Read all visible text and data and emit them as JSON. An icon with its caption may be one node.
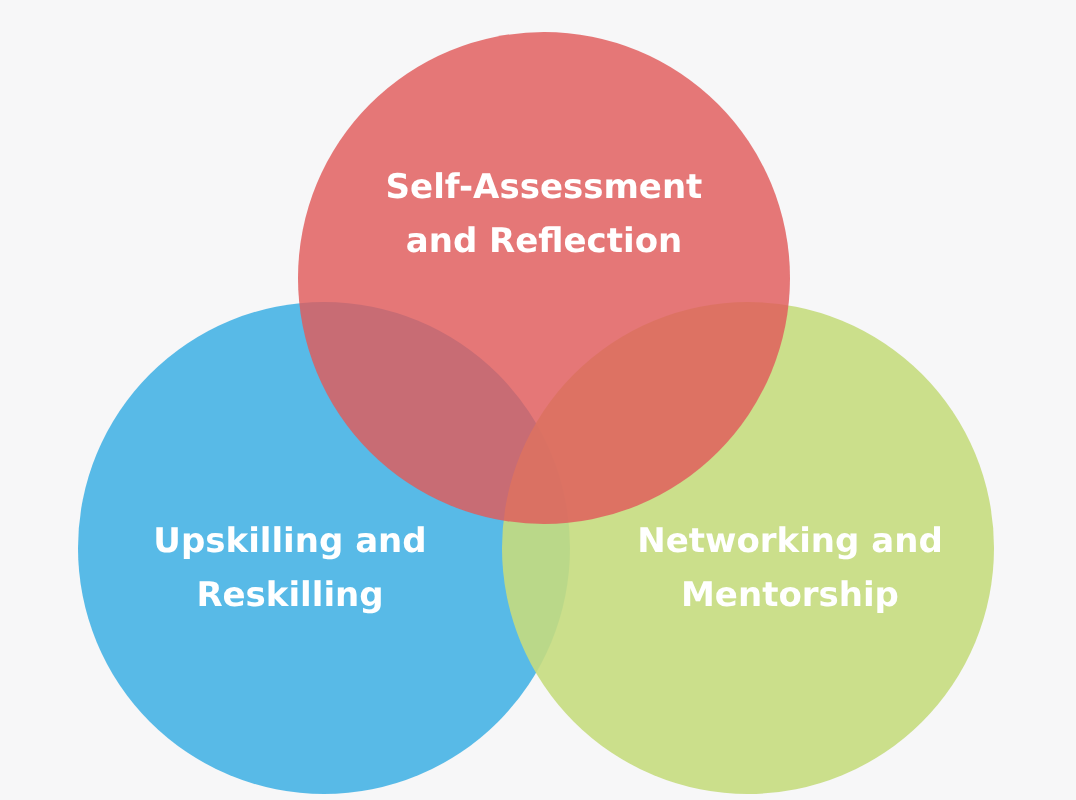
{
  "diagram": {
    "nodes": [
      {
        "text": [
          "Self-Assessment and Reflection"
        ]
      },
      {
        "text": [
          "Upskilling and Reskilling"
        ]
      },
      {
        "text": [
          "Networking and Mentorship"
        ]
      }
    ]
  }
}
